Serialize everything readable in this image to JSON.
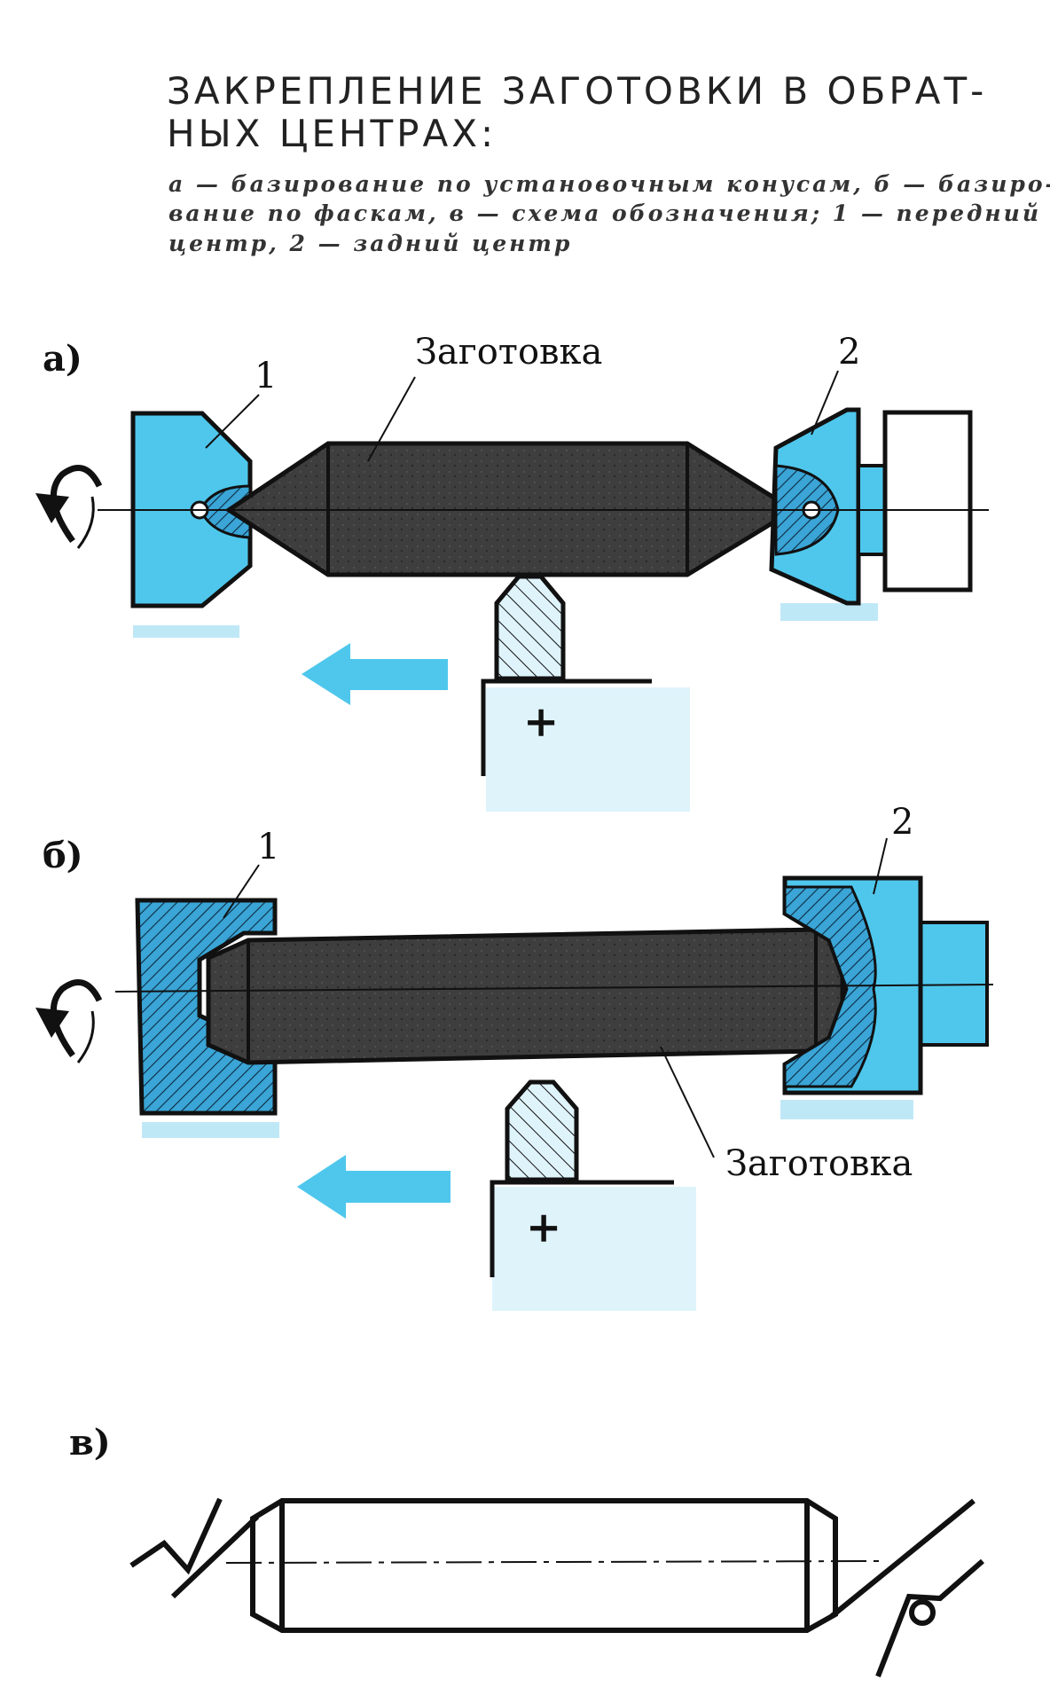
{
  "title": {
    "line1": "ЗАКРЕПЛЕНИЕ ЗАГОТОВКИ В ОБРАТ-",
    "line2": "НЫХ ЦЕНТРАХ:"
  },
  "caption": {
    "line1": "а — базирование по установочным конусам, б — базиро-",
    "line2": "вание по фаскам, в — схема обозначения; 1 — передний",
    "line3": "центр, 2 — задний центр"
  },
  "panel_a": {
    "label": "а)",
    "workpiece_label": "Заготовка",
    "front_center_num": "1",
    "rear_center_num": "2",
    "tool_sign": "+"
  },
  "panel_b": {
    "label": "б)",
    "workpiece_label": "Заготовка",
    "front_center_num": "1",
    "rear_center_num": "2",
    "tool_sign": "+"
  },
  "panel_v": {
    "label": "в)"
  },
  "colors": {
    "cyan": "#4fc7ec",
    "light_cyan": "#bfe8f7",
    "dark_workpiece": "#3e3e3e",
    "ink": "#111111",
    "hatch_blue": "#3aa5d6"
  }
}
